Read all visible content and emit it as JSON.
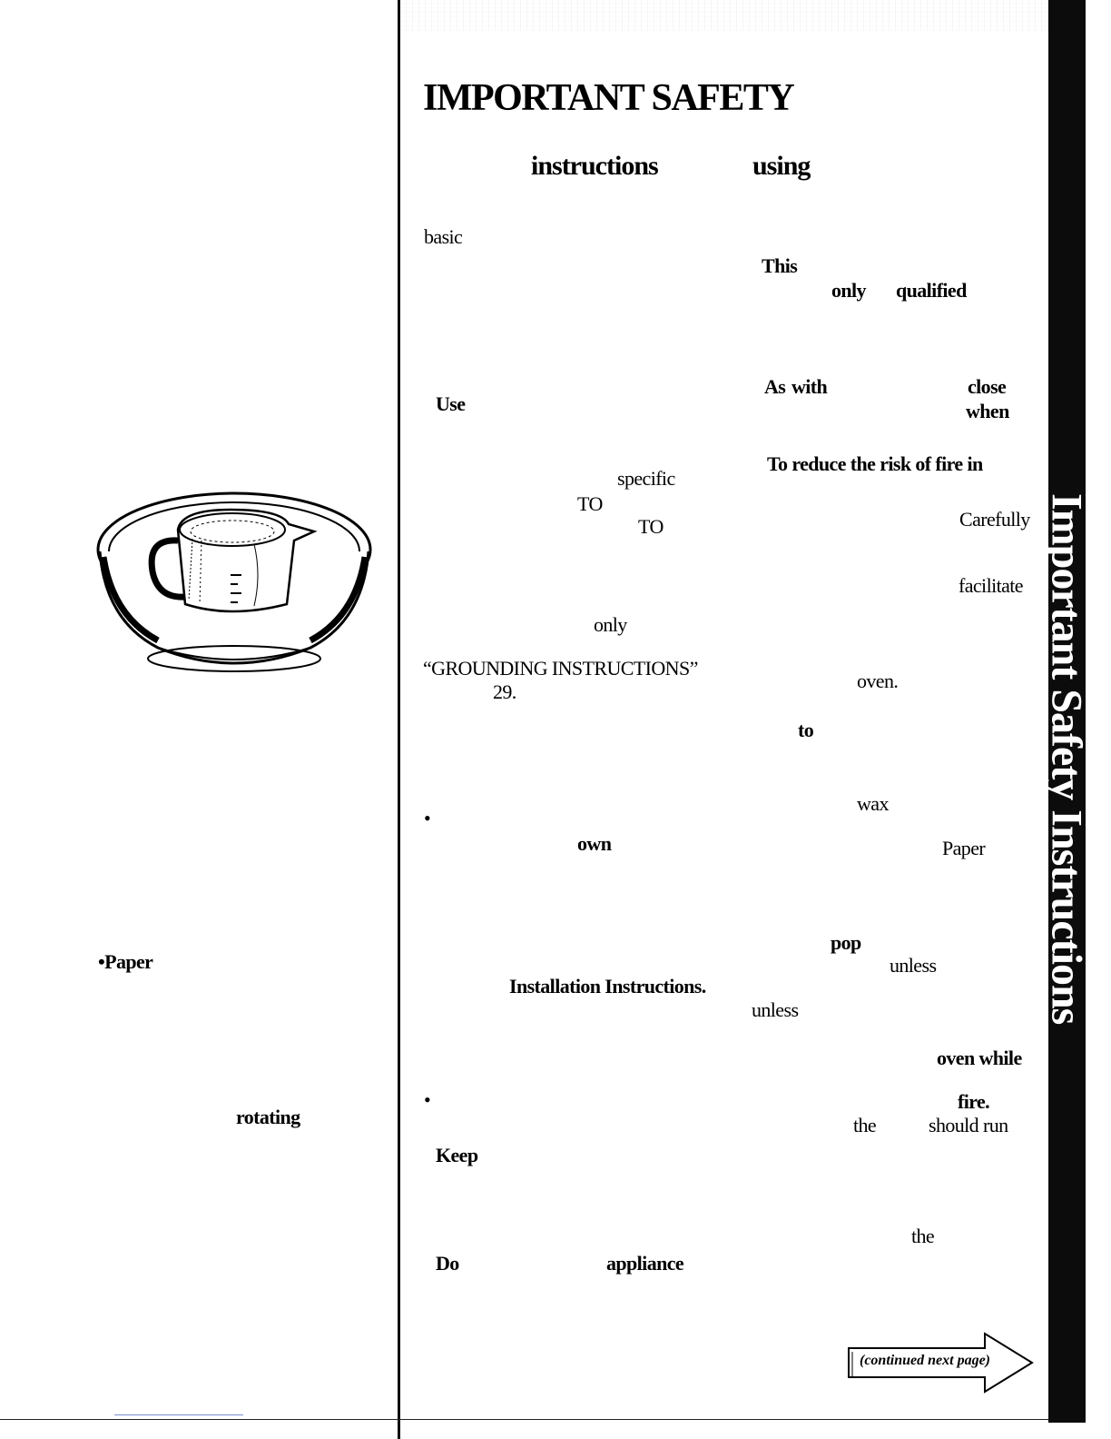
{
  "title": "IMPORTANT SAFETY",
  "heading": {
    "word1": "instructions",
    "word2": "using"
  },
  "fragments": {
    "basic": "basic",
    "this": "This",
    "only_1": "only",
    "qualified": "qualified",
    "as": "As",
    "with": "with",
    "close": "close",
    "use": "Use",
    "when": "when",
    "reduce_risk": "To reduce the risk of fire in",
    "specific": "specific",
    "to_1": "TO",
    "carefully": "Carefully",
    "to_2": "TO",
    "facilitate": "facilitate",
    "only_2": "only",
    "grounding": "“GROUNDING INSTRUCTIONS”",
    "page_ref": "29.",
    "oven_period": "oven.",
    "to_bold": "to",
    "wax": "wax",
    "own": "own",
    "paper_1": "Paper",
    "paper_bullet": "Paper",
    "pop": "pop",
    "unless_1": "unless",
    "installation": "Installation Instructions.",
    "unless_2": "unless",
    "oven_while": "oven while",
    "fire": "fire.",
    "rotating": "rotating",
    "the_1": "the",
    "should_run": "should run",
    "keep": "Keep",
    "the_2": "the",
    "do": "Do",
    "appliance": "appliance"
  },
  "continued": "(continued next page)",
  "sidebar_label": "Important Safety Instructions",
  "illustration": "measuring-cup-in-bowl"
}
